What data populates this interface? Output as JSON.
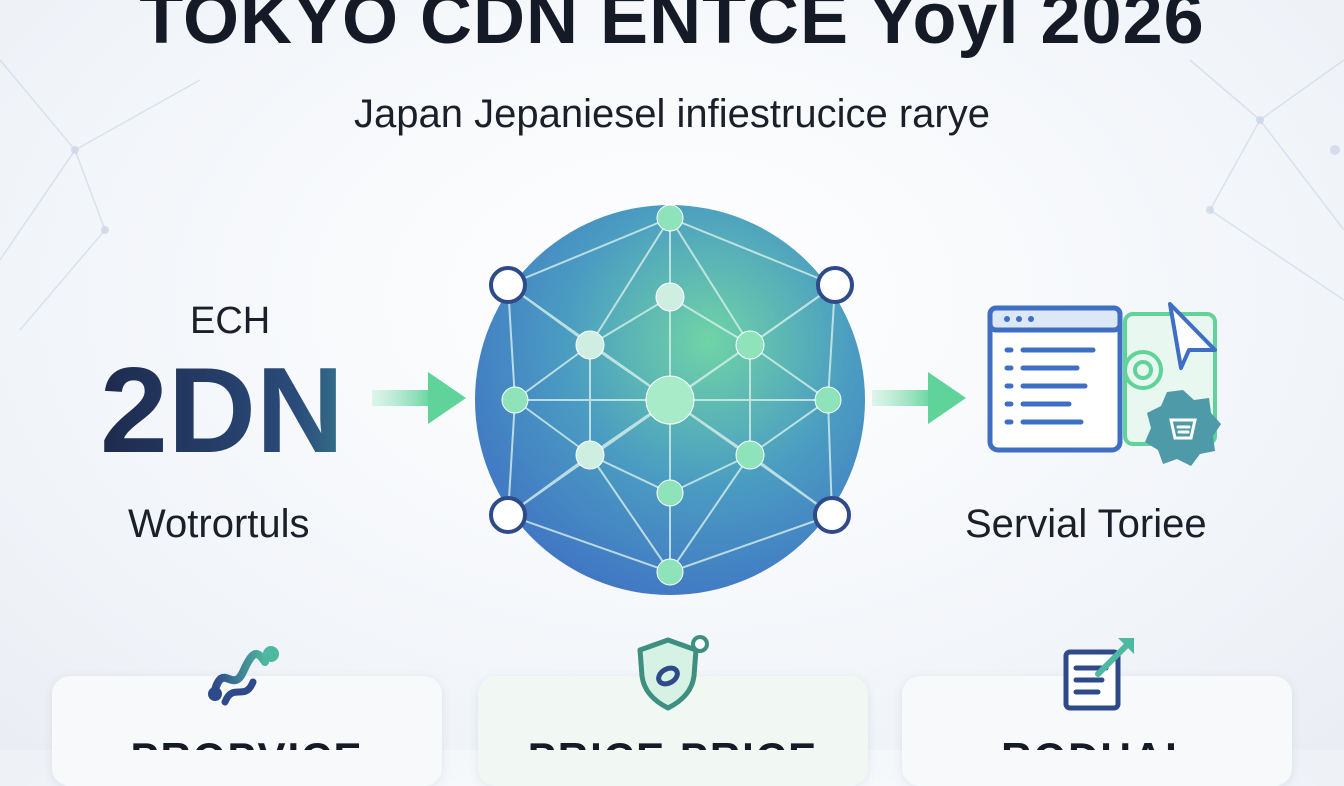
{
  "header": {
    "title": "TOKYO CDN ENTCE Yoyl 2026",
    "subtitle": "Japan Jepaniesel infiestrucice rarye"
  },
  "left_panel": {
    "small_label": "ECH",
    "big_label": "2DN",
    "caption": "Wotrortuls"
  },
  "right_panel": {
    "caption": "Servial Toriee"
  },
  "features": [
    {
      "label": "PROPVICE",
      "icon": "route-icon"
    },
    {
      "label": "PRICE PRICE",
      "icon": "shield-icon"
    },
    {
      "label": "RODUAL",
      "icon": "document-edit-icon"
    }
  ],
  "colors": {
    "accent_green": "#5fd39a",
    "accent_blue": "#3f6fc4",
    "dark_navy": "#1e2a4d"
  }
}
